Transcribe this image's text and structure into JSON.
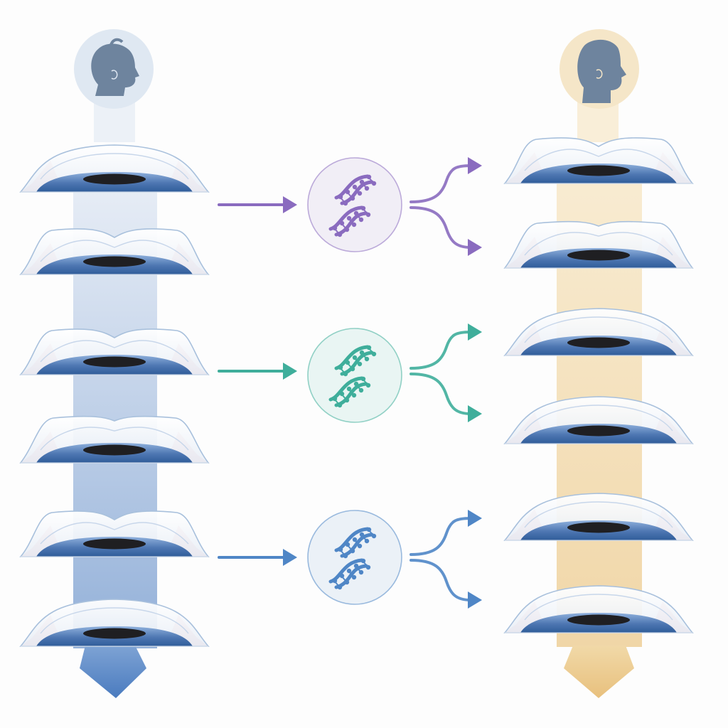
{
  "diagram": {
    "description_labels": [],
    "colors": {
      "background": "#fdfdfd",
      "child_band": "#dfe7f3",
      "child_band_dark": "#7fa2d2",
      "child_halo": "#dfe8f2",
      "adult_band": "#f6e4bf",
      "adult_band_dark": "#ecc98a",
      "adult_halo": "#f5e6c8",
      "head_silhouette": "#6e849e",
      "iris": "#4e77b2",
      "iris_light": "#8fb0dc",
      "pupil": "#1f1f22",
      "sclera_pink": "#e7a7ad",
      "cornea_edge": "#a8c0dc",
      "dna_purple": "#8a6bbf",
      "dna_teal": "#3fae9b",
      "dna_blue": "#4f86c6"
    },
    "icons": {
      "child_head": "child-head-silhouette-icon",
      "adult_head": "adult-head-silhouette-icon",
      "dna": "dna-helix-icon",
      "eye": "eye-cross-section-icon",
      "arrow": "arrow-right-icon",
      "fork": "fork-arrow-icon",
      "down_arrow": "arrow-down-icon"
    },
    "left_column": {
      "eyes": [
        {
          "cornea": "smooth"
        },
        {
          "cornea": "notched"
        },
        {
          "cornea": "notched"
        },
        {
          "cornea": "slight-notch"
        },
        {
          "cornea": "notched"
        },
        {
          "cornea": "smooth"
        }
      ]
    },
    "right_column": {
      "eyes": [
        {
          "cornea": "notched"
        },
        {
          "cornea": "slight-notch"
        },
        {
          "cornea": "smooth"
        },
        {
          "cornea": "smooth"
        },
        {
          "cornea": "smooth"
        },
        {
          "cornea": "smooth"
        }
      ]
    },
    "middle": [
      {
        "color_key": "dna_purple"
      },
      {
        "color_key": "dna_teal"
      },
      {
        "color_key": "dna_blue"
      }
    ]
  }
}
